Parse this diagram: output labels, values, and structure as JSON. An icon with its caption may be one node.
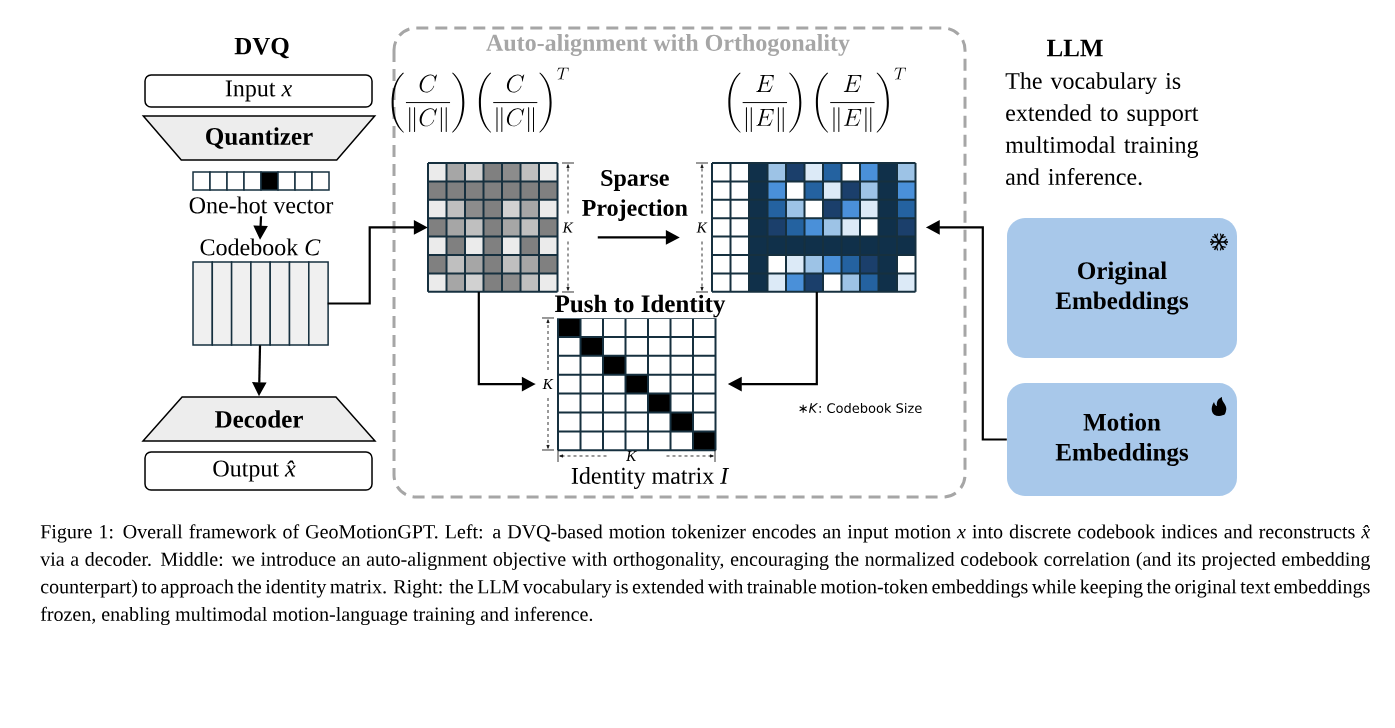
{
  "diagram": {
    "caption": "Figure 1: Overall framework of GeoMotionGPT. Left: a DVQ-based motion tokenizer encodes an input motion *x* into discrete codebook indices and reconstructs *x̂* via a decoder. Middle: we introduce an auto-alignment objective with orthogonality, encouraging the normalized codebook correlation (and its projected embedding counterpart) to approach the identity matrix. Right: the LLM vocabulary is extended with trainable motion-token embeddings while keeping the original text embeddings frozen, enabling multimodal motion-language training and inference.",
    "nodes": [
      {
        "text": [
          "Input *x*"
        ]
      },
      {
        "text": [
          "Quantizer"
        ]
      },
      {
        "text": [
          "One-hot vector"
        ]
      },
      {
        "text": [
          "Codebook *C*"
        ]
      },
      {
        "text": [
          "Decoder"
        ]
      },
      {
        "text": [
          "Output *x̂*"
        ]
      },
      {
        "text": [
          "Auto-alignment with Orthogonality"
        ]
      },
      {
        "text": [
          "\\left(\\frac{C}{\\|C\\|}\\right)\\left(\\frac{C}{\\|C\\|}\\right)^{T}"
        ],
        "in": 6
      },
      {
        "text": [
          "\\left(\\frac{E}{\\|E\\|}\\right)\\left(\\frac{E}{\\|E\\|}\\right)^{T}"
        ],
        "in": 6
      },
      {
        "text": [
          "Push to Identity",
          "Identity matrix *I*"
        ],
        "in": 6
      },
      {
        "text": [
          "Original Embeddings"
        ]
      },
      {
        "text": [
          "Motion Embeddings"
        ]
      }
    ],
    "edges": [
      {
        "from": 2,
        "to": 3,
        "arrow": "to"
      },
      {
        "from": 3,
        "to": 4,
        "arrow": "to"
      },
      {
        "from": 3,
        "to": 7,
        "arrow": "to"
      },
      {
        "from": 7,
        "to": 8,
        "arrow": "to",
        "label": "Sparse Projection"
      },
      {
        "from": 7,
        "to": 9,
        "arrow": "to"
      },
      {
        "from": 8,
        "to": 9,
        "arrow": "to"
      },
      {
        "from": 11,
        "to": 8,
        "arrow": "to"
      }
    ],
    "labels": [
      "DVQ",
      "LLM",
      "The vocabulary is extended to support multimodal training and inference.",
      "*K*",
      "*K*",
      "*K*",
      "*K*",
      "∗*K*: Codebook Size"
    ]
  }
}
